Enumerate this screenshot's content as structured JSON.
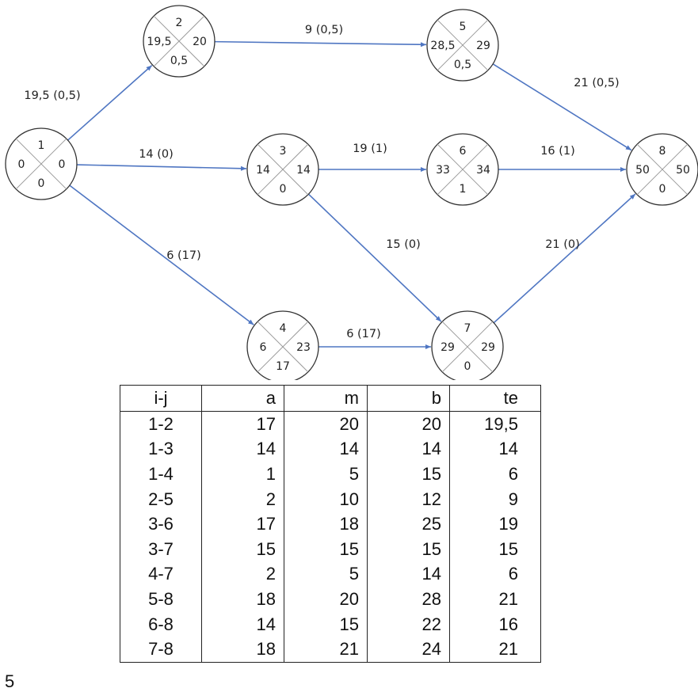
{
  "nodes": [
    {
      "id": "1",
      "es": "0",
      "ef": "0",
      "slack": "0"
    },
    {
      "id": "2",
      "es": "19,5",
      "ef": "20",
      "slack": "0,5"
    },
    {
      "id": "3",
      "es": "14",
      "ef": "14",
      "slack": "0"
    },
    {
      "id": "4",
      "es": "6",
      "ef": "23",
      "slack": "17"
    },
    {
      "id": "5",
      "es": "28,5",
      "ef": "29",
      "slack": "0,5"
    },
    {
      "id": "6",
      "es": "33",
      "ef": "34",
      "slack": "1"
    },
    {
      "id": "7",
      "es": "29",
      "ef": "29",
      "slack": "0"
    },
    {
      "id": "8",
      "es": "50",
      "ef": "50",
      "slack": "0"
    }
  ],
  "edges": [
    {
      "from": "1",
      "to": "2",
      "label": "19,5 (0,5)"
    },
    {
      "from": "1",
      "to": "3",
      "label": "14 (0)"
    },
    {
      "from": "1",
      "to": "4",
      "label": "6 (17)"
    },
    {
      "from": "2",
      "to": "5",
      "label": "9 (0,5)"
    },
    {
      "from": "3",
      "to": "6",
      "label": "19 (1)"
    },
    {
      "from": "3",
      "to": "7",
      "label": "15 (0)"
    },
    {
      "from": "4",
      "to": "7",
      "label": "6 (17)"
    },
    {
      "from": "5",
      "to": "8",
      "label": "21 (0,5)"
    },
    {
      "from": "6",
      "to": "8",
      "label": "16 (1)"
    },
    {
      "from": "7",
      "to": "8",
      "label": "21 (0)"
    }
  ],
  "table": {
    "headers": [
      "i-j",
      "a",
      "m",
      "b",
      "te"
    ],
    "rows": [
      [
        "1-2",
        "17",
        "20",
        "20",
        "19,5"
      ],
      [
        "1-3",
        "14",
        "14",
        "14",
        "14"
      ],
      [
        "1-4",
        "1",
        "5",
        "15",
        "6"
      ],
      [
        "2-5",
        "2",
        "10",
        "12",
        "9"
      ],
      [
        "3-6",
        "17",
        "18",
        "25",
        "19"
      ],
      [
        "3-7",
        "15",
        "15",
        "15",
        "15"
      ],
      [
        "4-7",
        "2",
        "5",
        "14",
        "6"
      ],
      [
        "5-8",
        "18",
        "20",
        "28",
        "21"
      ],
      [
        "6-8",
        "14",
        "15",
        "22",
        "16"
      ],
      [
        "7-8",
        "18",
        "21",
        "24",
        "21"
      ]
    ]
  },
  "footer_text": "5"
}
